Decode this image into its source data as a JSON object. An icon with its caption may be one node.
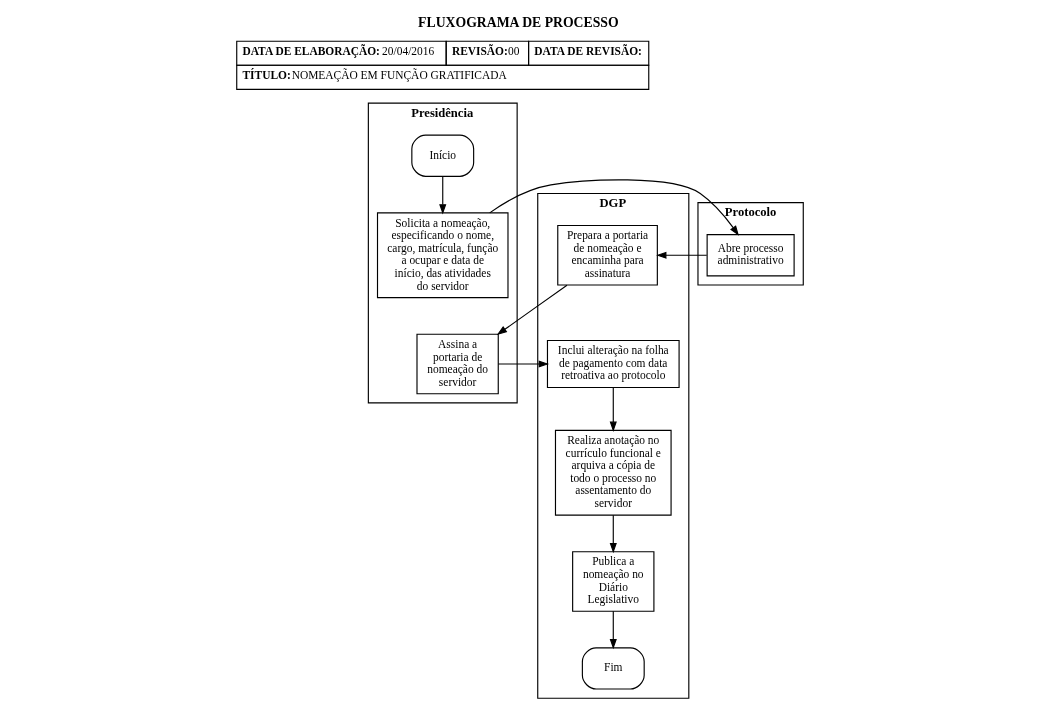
{
  "diagram": {
    "title": "FLUXOGRAMA DE PROCESSO",
    "nodes": [
      {
        "text": [
          "Presidência"
        ]
      },
      {
        "text": [
          "Protocolo"
        ]
      },
      {
        "text": [
          "DGP"
        ]
      },
      {
        "text": [
          "Início"
        ],
        "in": 0
      },
      {
        "text": [
          "Solicita a nomeação, especificando o nome, cargo, matrícula, função a ocupar e data de início, das atividades do servidor"
        ],
        "in": 0
      },
      {
        "text": [
          "Abre processo administrativo"
        ],
        "in": 1
      },
      {
        "text": [
          "Prepara a portaria de nomeação e encaminha para assinatura"
        ],
        "in": 2
      },
      {
        "text": [
          "Assina a portaria de nomeação do servidor"
        ],
        "in": 0
      },
      {
        "text": [
          "Inclui alteração na folha de pagamento com data retroativa ao protocolo"
        ],
        "in": 2
      },
      {
        "text": [
          "Realiza anotação no currículo funcional e arquiva a cópia de todo o processo no assentamento do servidor"
        ],
        "in": 2
      },
      {
        "text": [
          "Publica a nomeação no Diário Legislativo"
        ],
        "in": 2
      },
      {
        "text": [
          "Fim"
        ],
        "in": 2
      }
    ],
    "edges": [
      {
        "from": 3,
        "to": 4,
        "arrow": "to"
      },
      {
        "from": 4,
        "to": 5,
        "arrow": "to"
      },
      {
        "from": 5,
        "to": 6,
        "arrow": "to"
      },
      {
        "from": 6,
        "to": 7,
        "arrow": "to"
      },
      {
        "from": 7,
        "to": 8,
        "arrow": "to"
      },
      {
        "from": 8,
        "to": 9,
        "arrow": "to"
      },
      {
        "from": 9,
        "to": 10,
        "arrow": "to"
      },
      {
        "from": 10,
        "to": 11,
        "arrow": "to"
      }
    ],
    "labels": [
      "DATA DE ELABORAÇÃO:",
      "20/04/2016",
      "REVISÃO:",
      "00",
      "DATA DE REVISÃO:",
      "TÍTULO:",
      "NOMEAÇÃO EM FUNÇÃO GRATIFICADA"
    ]
  }
}
